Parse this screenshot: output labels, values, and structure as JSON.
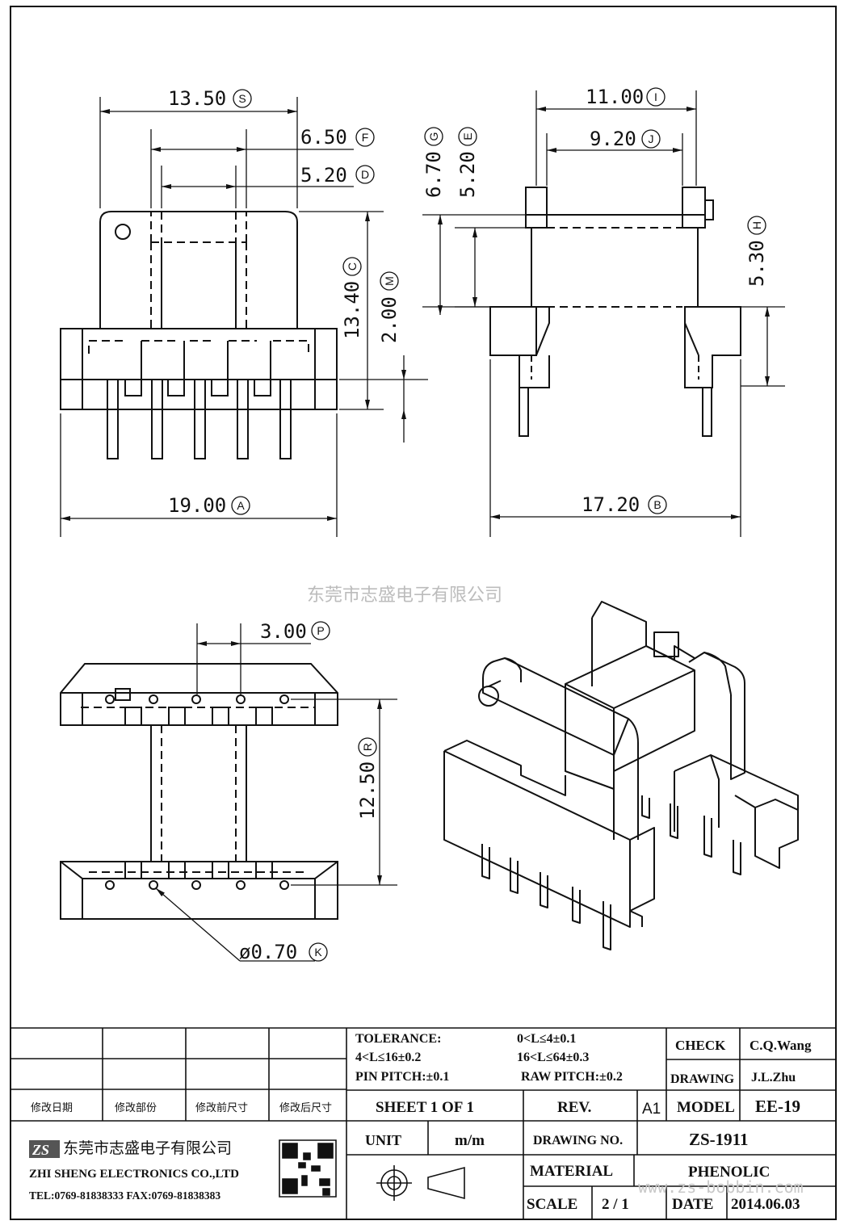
{
  "dimensions": {
    "s": {
      "value": "13.50",
      "tag": "S"
    },
    "f": {
      "value": "6.50",
      "tag": "F"
    },
    "d": {
      "value": "5.20",
      "tag": "D"
    },
    "c": {
      "value": "13.40",
      "tag": "C"
    },
    "m": {
      "value": "2.00",
      "tag": "M"
    },
    "a": {
      "value": "19.00",
      "tag": "A"
    },
    "i": {
      "value": "11.00",
      "tag": "I"
    },
    "j": {
      "value": "9.20",
      "tag": "J"
    },
    "g": {
      "value": "6.70",
      "tag": "G"
    },
    "e": {
      "value": "5.20",
      "tag": "E"
    },
    "h": {
      "value": "5.30",
      "tag": "H"
    },
    "b": {
      "value": "17.20",
      "tag": "B"
    },
    "p": {
      "value": "3.00",
      "tag": "P"
    },
    "r": {
      "value": "12.50",
      "tag": "R"
    },
    "k": {
      "value": "ø0.70",
      "tag": "K"
    }
  },
  "watermark_company": "东莞市志盛电子有限公司",
  "watermark_url": "www.zs-bobbin.com",
  "title_block": {
    "tolerance_label": "TOLERANCE:",
    "tol_1": "0<L≤4±0.1",
    "tol_2": "4<L≤16±0.2",
    "tol_3": "16<L≤64±0.3",
    "pin_pitch": "PIN PITCH:±0.1",
    "raw_pitch": "RAW PITCH:±0.2",
    "check_label": "CHECK",
    "check_value": "C.Q.Wang",
    "drawing_label": "DRAWING",
    "drawing_value": "J.L.Zhu",
    "rev_cols": [
      "修改日期",
      "修改部份",
      "修改前尺寸",
      "修改后尺寸"
    ],
    "sheet": "SHEET 1 OF 1",
    "rev_label": "REV.",
    "rev_value": "A1",
    "model_label": "MODEL",
    "model_value": "EE-19",
    "company_cn": "东莞市志盛电子有限公司",
    "company_en": "ZHI SHENG ELECTRONICS CO.,LTD",
    "contact": "TEL:0769-81838333 FAX:0769-81838383",
    "logo_text": "ZS",
    "unit_label": "UNIT",
    "unit_value": "m/m",
    "drawing_no_label": "DRAWING NO.",
    "drawing_no_value": "ZS-1911",
    "material_label": "MATERIAL",
    "material_value": "PHENOLIC",
    "scale_label": "SCALE",
    "scale_value": "2 / 1",
    "date_label": "DATE",
    "date_value": "2014.06.03"
  }
}
